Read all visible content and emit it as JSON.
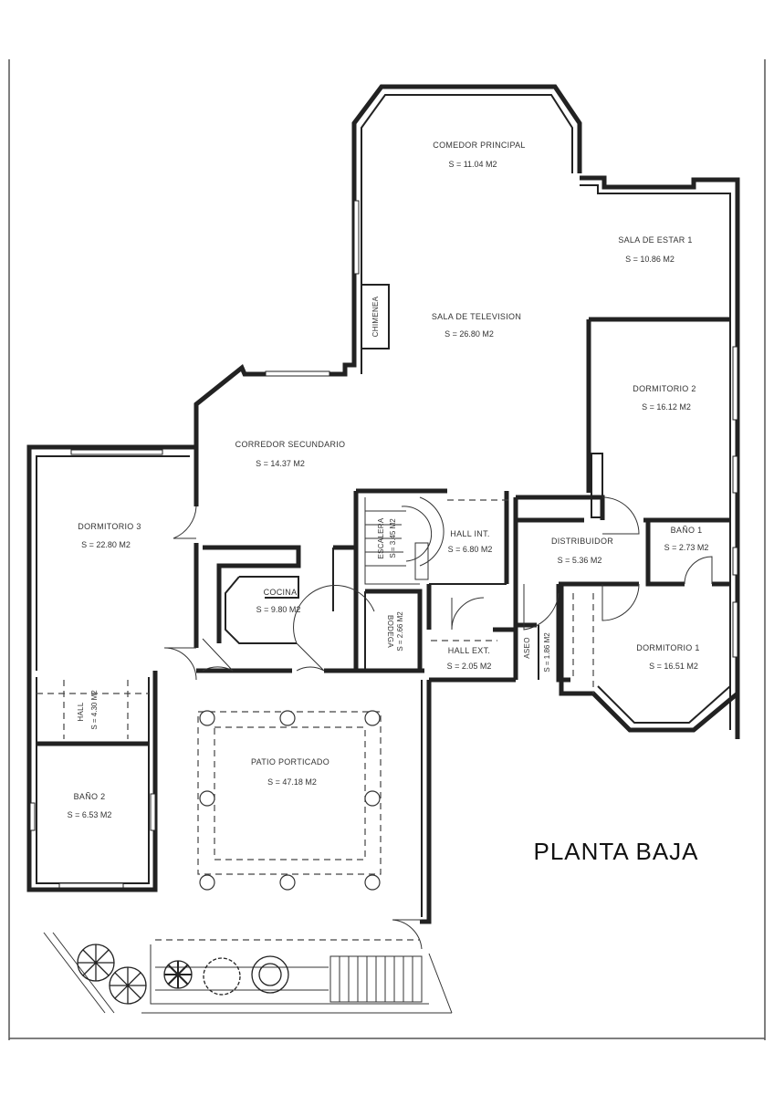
{
  "plan": {
    "title": "PLANTA BAJA",
    "rooms": [
      {
        "key": "comedor",
        "name": "COMEDOR PRINCIPAL",
        "area": "S = 11.04 M2"
      },
      {
        "key": "sala_estar",
        "name": "SALA DE ESTAR 1",
        "area": "S = 10.86 M2"
      },
      {
        "key": "sala_tv",
        "name": "SALA DE TELEVISION",
        "area": "S = 26.80 M2"
      },
      {
        "key": "chimenea",
        "name": "CHIMENEA",
        "area": ""
      },
      {
        "key": "dormitorio2",
        "name": "DORMITORIO 2",
        "area": "S = 16.12 M2"
      },
      {
        "key": "corredor",
        "name": "CORREDOR SECUNDARIO",
        "area": "S = 14.37 M2"
      },
      {
        "key": "dormitorio3",
        "name": "DORMITORIO 3",
        "area": "S = 22.80 M2"
      },
      {
        "key": "escalera",
        "name": "ESCALERA",
        "area": "S = 3.45 M2"
      },
      {
        "key": "hall_int",
        "name": "HALL INT.",
        "area": "S = 6.80 M2"
      },
      {
        "key": "distribuidor",
        "name": "DISTRIBUIDOR",
        "area": "S = 5.36 M2"
      },
      {
        "key": "bano1",
        "name": "BAÑO 1",
        "area": "S = 2.73 M2"
      },
      {
        "key": "cocina",
        "name": "COCINA",
        "area": "S = 9.80 M2"
      },
      {
        "key": "bodega",
        "name": "BODEGA",
        "area": "S = 2.66 M2"
      },
      {
        "key": "hall_ext",
        "name": "HALL EXT.",
        "area": "S = 2.05 M2"
      },
      {
        "key": "aseo",
        "name": "ASEO",
        "area": "S = 1.86 M2"
      },
      {
        "key": "dormitorio1",
        "name": "DORMITORIO 1",
        "area": "S = 16.51 M2"
      },
      {
        "key": "hall",
        "name": "HALL",
        "area": "S = 4.30 M2"
      },
      {
        "key": "patio",
        "name": "PATIO PORTICADO",
        "area": "S = 47.18 M2"
      },
      {
        "key": "bano2",
        "name": "BAÑO 2",
        "area": "S = 6.53 M2"
      }
    ]
  }
}
